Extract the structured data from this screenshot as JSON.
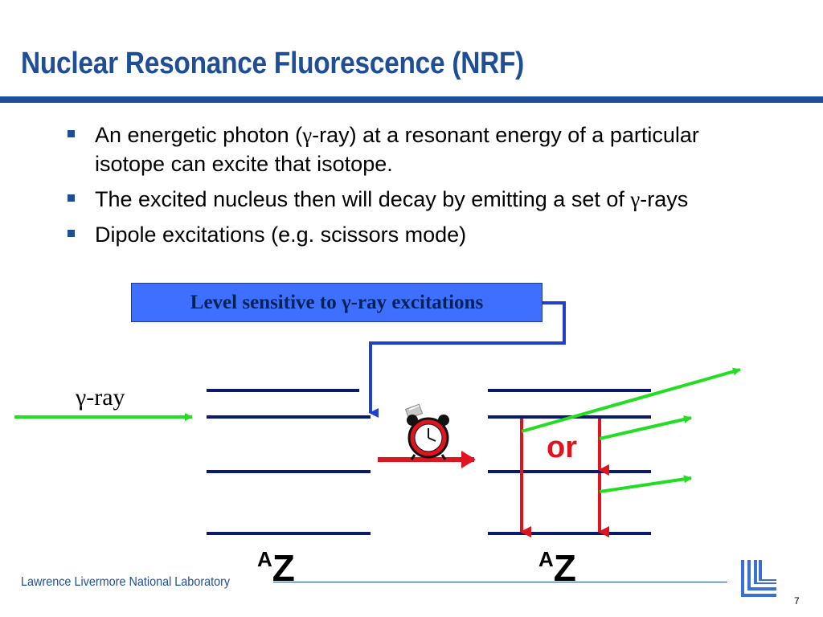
{
  "slide": {
    "title": "Nuclear Resonance Fluorescence (NRF)",
    "bullets": [
      {
        "pre": "An energetic photon (",
        "sym": "γ",
        "post": "-ray) at a resonant energy of a particular isotope can excite that isotope."
      },
      {
        "pre": "The excited nucleus then will decay by emitting a set of ",
        "sym": "γ",
        "post": "-rays"
      },
      {
        "pre": "Dipole excitations (e.g. scissors mode)",
        "sym": "",
        "post": ""
      }
    ],
    "callout": {
      "pre": "Level sensitive to ",
      "sym": "γ",
      "post": "-ray excitations"
    },
    "diagram": {
      "gamma_label": "γ-ray",
      "or_label": "or",
      "nucleus_left": {
        "mass": "A",
        "symbol": "Z"
      },
      "nucleus_right": {
        "mass": "A",
        "symbol": "Z"
      }
    },
    "footer": {
      "lab_name": "Lawrence Livermore National Laboratory",
      "page_number": "7"
    },
    "colors": {
      "title_blue": "#1f4e99",
      "callout_bg": "#3f6fff",
      "level_lines": "#0a1a6e",
      "gamma_arrows": "#22dd22",
      "decay_arrows": "#e0141e"
    }
  }
}
